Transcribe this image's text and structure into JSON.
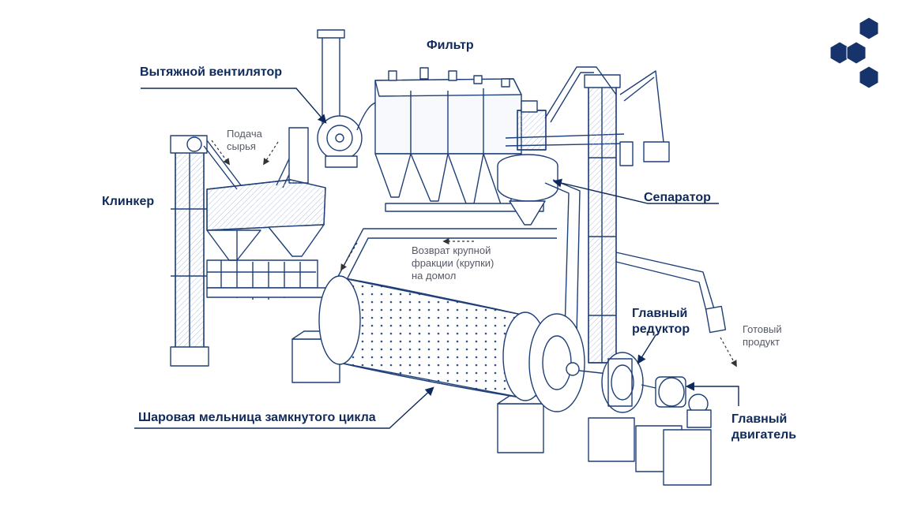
{
  "colors": {
    "ink": "#1e3f78",
    "label": "#0f2a5a",
    "note": "#555a66",
    "logo": "#16336b",
    "background": "#ffffff"
  },
  "labels": {
    "exhaust_fan": "Вытяжной вентилятор",
    "filter": "Фильтр",
    "clinker": "Клинкер",
    "separator": "Сепаратор",
    "main_reducer_1": "Главный",
    "main_reducer_2": "редуктор",
    "main_motor_1": "Главный",
    "main_motor_2": "двигатель",
    "ball_mill": "Шаровая мельница замкнутого цикла"
  },
  "notes": {
    "raw_feed_1": "Подача",
    "raw_feed_2": "сырья",
    "coarse_return_1": "Возврат крупной",
    "coarse_return_2": "фракции (крупки)",
    "coarse_return_3": "на домол",
    "product_1": "Готовый",
    "product_2": "продукт"
  },
  "logo": {
    "icon": "hexagon-cluster-logo"
  }
}
